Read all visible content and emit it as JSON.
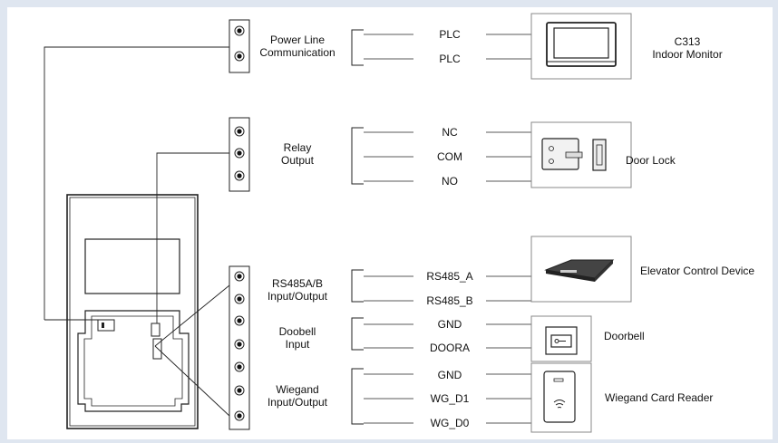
{
  "groups": {
    "plc": {
      "label_l1": "Power Line",
      "label_l2": "Communication"
    },
    "relay": {
      "label_l1": "Relay",
      "label_l2": "Output"
    },
    "rs485": {
      "label_l1": "RS485A/B",
      "label_l2": "Input/Output"
    },
    "doorbell": {
      "label_l1": "Doobell",
      "label_l2": "Input"
    },
    "wiegand": {
      "label_l1": "Wiegand",
      "label_l2": "Input/Output"
    }
  },
  "signals": {
    "plc1": "PLC",
    "plc2": "PLC",
    "nc": "NC",
    "com": "COM",
    "no": "NO",
    "rs485_a": "RS485_A",
    "rs485_b": "RS485_B",
    "db_gnd": "GND",
    "doora": "DOORA",
    "wg_gnd": "GND",
    "wg_d1": "WG_D1",
    "wg_d0": "WG_D0"
  },
  "devices": {
    "monitor_l1": "C313",
    "monitor_l2": "Indoor Monitor",
    "door_lock": "Door Lock",
    "elevator": "Elevator Control Device",
    "doorbell": "Doorbell",
    "wiegand": "Wiegand Card Reader"
  },
  "colors": {
    "line": "#222222",
    "box": "#888888"
  }
}
